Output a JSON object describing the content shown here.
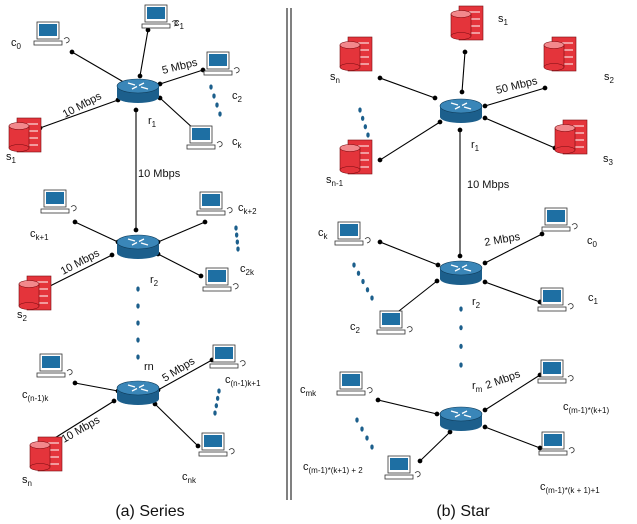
{
  "series": {
    "caption": "(a) Series",
    "routers": [
      {
        "base": "r",
        "sub": "1"
      },
      {
        "base": "r",
        "sub": "2"
      },
      {
        "base": "rn",
        "sub": ""
      }
    ],
    "link_labels": [
      "5 Mbps",
      "10 Mbps",
      "10 Mbps",
      "10 Mbps",
      "5 Mbps",
      "10 Mbps"
    ],
    "clients": [
      {
        "base": "c",
        "sub": "0"
      },
      {
        "base": "c",
        "sub": "1"
      },
      {
        "base": "c",
        "sub": "2"
      },
      {
        "base": "c",
        "sub": "k"
      },
      {
        "base": "c",
        "sub": "k+1"
      },
      {
        "base": "c",
        "sub": "k+2"
      },
      {
        "base": "c",
        "sub": "2k"
      },
      {
        "base": "c",
        "sub": "(n-1)k"
      },
      {
        "base": "c",
        "sub": "(n-1)k+1"
      },
      {
        "base": "c",
        "sub": "nk"
      }
    ],
    "servers": [
      {
        "base": "s",
        "sub": "1"
      },
      {
        "base": "s",
        "sub": "2"
      },
      {
        "base": "s",
        "sub": "n"
      }
    ]
  },
  "star": {
    "caption": "(b) Star",
    "routers": [
      {
        "base": "r",
        "sub": "1"
      },
      {
        "base": "r",
        "sub": "2"
      },
      {
        "base": "r",
        "sub": "m"
      }
    ],
    "link_labels": [
      "50 Mbps",
      "10 Mbps",
      "2 Mbps",
      "2 Mbps"
    ],
    "servers": [
      {
        "base": "s",
        "sub": "1"
      },
      {
        "base": "s",
        "sub": "n"
      },
      {
        "base": "s",
        "sub": "2"
      },
      {
        "base": "s",
        "sub": "n-1"
      },
      {
        "base": "s",
        "sub": "3"
      }
    ],
    "clients": [
      {
        "base": "c",
        "sub": "k"
      },
      {
        "base": "c",
        "sub": "0"
      },
      {
        "base": "c",
        "sub": "1"
      },
      {
        "base": "c",
        "sub": "2"
      },
      {
        "base": "c",
        "sub": "mk"
      },
      {
        "base": "c",
        "sub": "(m-1)*(k+1)"
      },
      {
        "base": "c",
        "sub": "(m-1)*(k+1) + 2"
      },
      {
        "base": "c",
        "sub": "(m-1)*(k + 1)+1"
      }
    ]
  },
  "colors": {
    "router": "#1c5f8c",
    "router_top": "#3a86b8",
    "server": "#e4343b",
    "screen": "#1e6fa3",
    "line": "#000000"
  }
}
